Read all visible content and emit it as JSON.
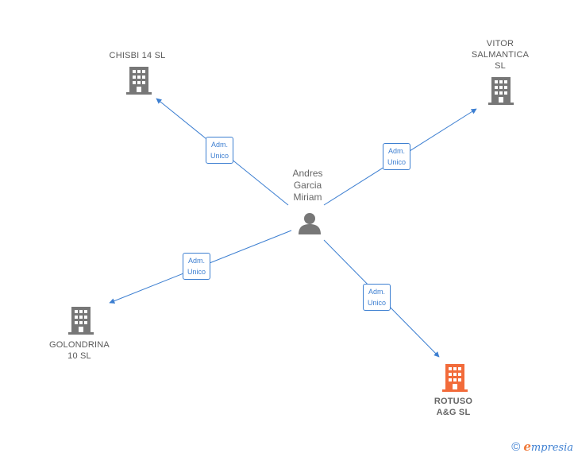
{
  "colors": {
    "edge": "#3d7fd1",
    "company": "#777777",
    "company_target": "#f26b3a",
    "person": "#777777"
  },
  "person": {
    "label": "Andres\nGarcia\nMiriam",
    "icon": "person-icon"
  },
  "companies": [
    {
      "id": "chisbi",
      "label": "CHISBI 14  SL",
      "icon": "building-icon",
      "target": false
    },
    {
      "id": "vitor",
      "label": "VITOR\nSALMANTICA\nSL",
      "icon": "building-icon",
      "target": false
    },
    {
      "id": "golondrina",
      "label": "GOLONDRINA\n10  SL",
      "icon": "building-icon",
      "target": false
    },
    {
      "id": "rotuso",
      "label": "ROTUSO\nA&G  SL",
      "icon": "building-icon",
      "target": true
    }
  ],
  "edges": [
    {
      "to": "chisbi",
      "label": "Adm.\nUnico"
    },
    {
      "to": "vitor",
      "label": "Adm.\nUnico"
    },
    {
      "to": "golondrina",
      "label": "Adm.\nUnico"
    },
    {
      "to": "rotuso",
      "label": "Adm.\nUnico"
    }
  ],
  "footer": {
    "copyright_symbol": "©",
    "brand_initial": "e",
    "brand_rest": "mpresia"
  }
}
